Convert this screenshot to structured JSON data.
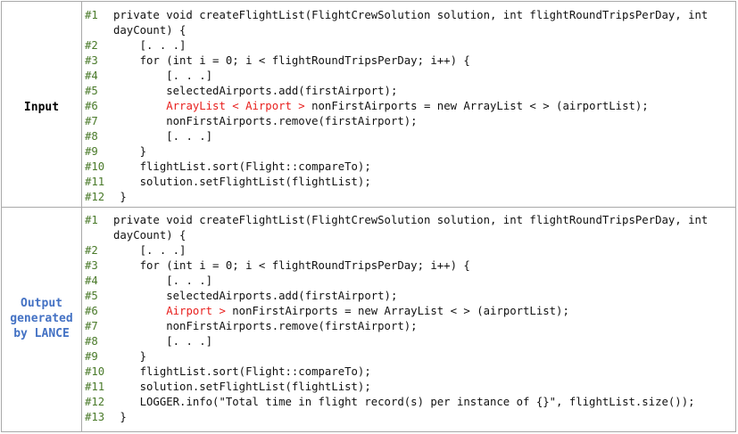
{
  "rows": {
    "input_label": "Input",
    "output_label_line1": "Output",
    "output_label_line2": "generated",
    "output_label_line3": "by LANCE"
  },
  "input_code": [
    {
      "ln": "#1",
      "pre": "",
      "hl": "",
      "post": "private void createFlightList(FlightCrewSolution solution, int flightRoundTripsPerDay, int dayCount) {"
    },
    {
      "ln": "#2",
      "pre": "    [. . .]",
      "hl": "",
      "post": ""
    },
    {
      "ln": "#3",
      "pre": "    for (int i = 0; i < flightRoundTripsPerDay; i++) {",
      "hl": "",
      "post": ""
    },
    {
      "ln": "#4",
      "pre": "        [. . .]",
      "hl": "",
      "post": ""
    },
    {
      "ln": "#5",
      "pre": "        selectedAirports.add(firstAirport);",
      "hl": "",
      "post": ""
    },
    {
      "ln": "#6",
      "pre": "        ",
      "hl": "ArrayList < Airport >",
      "post": " nonFirstAirports = new ArrayList < > (airportList);"
    },
    {
      "ln": "#7",
      "pre": "        nonFirstAirports.remove(firstAirport);",
      "hl": "",
      "post": ""
    },
    {
      "ln": "#8",
      "pre": "        [. . .]",
      "hl": "",
      "post": ""
    },
    {
      "ln": "#9",
      "pre": "    }",
      "hl": "",
      "post": ""
    },
    {
      "ln": "#10",
      "pre": "    flightList.sort(Flight::compareTo);",
      "hl": "",
      "post": ""
    },
    {
      "ln": "#11",
      "pre": "    solution.setFlightList(flightList);",
      "hl": "",
      "post": ""
    },
    {
      "ln": "#12",
      "pre": " }",
      "hl": "",
      "post": ""
    }
  ],
  "output_code": [
    {
      "ln": "#1",
      "pre": "",
      "hl": "",
      "post": "private void createFlightList(FlightCrewSolution solution, int flightRoundTripsPerDay, int dayCount) {"
    },
    {
      "ln": "#2",
      "pre": "    [. . .]",
      "hl": "",
      "post": ""
    },
    {
      "ln": "#3",
      "pre": "    for (int i = 0; i < flightRoundTripsPerDay; i++) {",
      "hl": "",
      "post": ""
    },
    {
      "ln": "#4",
      "pre": "        [. . .]",
      "hl": "",
      "post": ""
    },
    {
      "ln": "#5",
      "pre": "        selectedAirports.add(firstAirport);",
      "hl": "",
      "post": ""
    },
    {
      "ln": "#6",
      "pre": "        ",
      "hl": "Airport >",
      "post": " nonFirstAirports = new ArrayList < > (airportList);"
    },
    {
      "ln": "#7",
      "pre": "        nonFirstAirports.remove(firstAirport);",
      "hl": "",
      "post": ""
    },
    {
      "ln": "#8",
      "pre": "        [. . .]",
      "hl": "",
      "post": ""
    },
    {
      "ln": "#9",
      "pre": "    }",
      "hl": "",
      "post": ""
    },
    {
      "ln": "#10",
      "pre": "    flightList.sort(Flight::compareTo);",
      "hl": "",
      "post": ""
    },
    {
      "ln": "#11",
      "pre": "    solution.setFlightList(flightList);",
      "hl": "",
      "post": ""
    },
    {
      "ln": "#12",
      "pre": "    LOGGER.info(\"Total time in flight record(s) per instance of {}\", flightList.size());",
      "hl": "",
      "post": ""
    },
    {
      "ln": "#13",
      "pre": " }",
      "hl": "",
      "post": ""
    }
  ],
  "colors": {
    "line_number": "#4a7a2a",
    "highlight": "#e8201e",
    "output_label": "#4472c4",
    "border": "#a9a9a9"
  }
}
